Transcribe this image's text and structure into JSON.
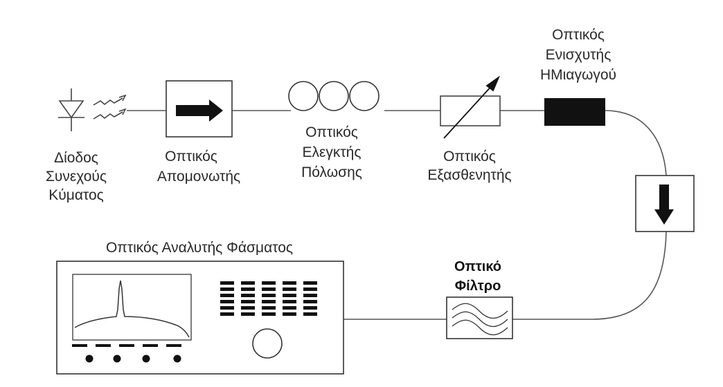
{
  "labels": {
    "laser": [
      "Δίοδος",
      "Συνεχούς",
      "Κύματος"
    ],
    "isolator": [
      "Οπτικός",
      "Απομονωτής"
    ],
    "polarization_controller": [
      "Οπτικός",
      "Ελεγκτής",
      "Πόλωσης"
    ],
    "attenuator": [
      "Οπτικός",
      "Εξασθενητής"
    ],
    "amplifier": [
      "Οπτικός",
      "Ενισχυτής",
      "ΗΜιαγωγού"
    ],
    "filter": [
      "Οπτικό",
      "Φίλτρο"
    ],
    "spectrum_analyzer": "Οπτικός Αναλυτής Φάσματος"
  },
  "colors": {
    "line": "#555555",
    "ink": "#111111",
    "text": "#2a2a2a"
  },
  "icons": {
    "laser": "laser-diode-icon",
    "isolator": "right-arrow-icon",
    "circulator": "down-arrow-icon",
    "filter": "wave-icon",
    "attenuator": "variable-attenuator-icon"
  }
}
